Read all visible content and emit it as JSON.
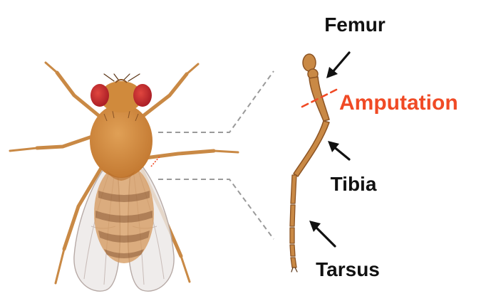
{
  "labels": {
    "femur": "Femur",
    "amputation": "Amputation",
    "tibia": "Tibia",
    "tarsus": "Tarsus"
  },
  "colors": {
    "background": "#ffffff",
    "label_text": "#111111",
    "amputation": "#f04a25",
    "body": "#d08a3c",
    "leg": "#c98945",
    "eye": "#c4272e",
    "wing": "#ece8e6",
    "connector": "#9a9a9a"
  }
}
